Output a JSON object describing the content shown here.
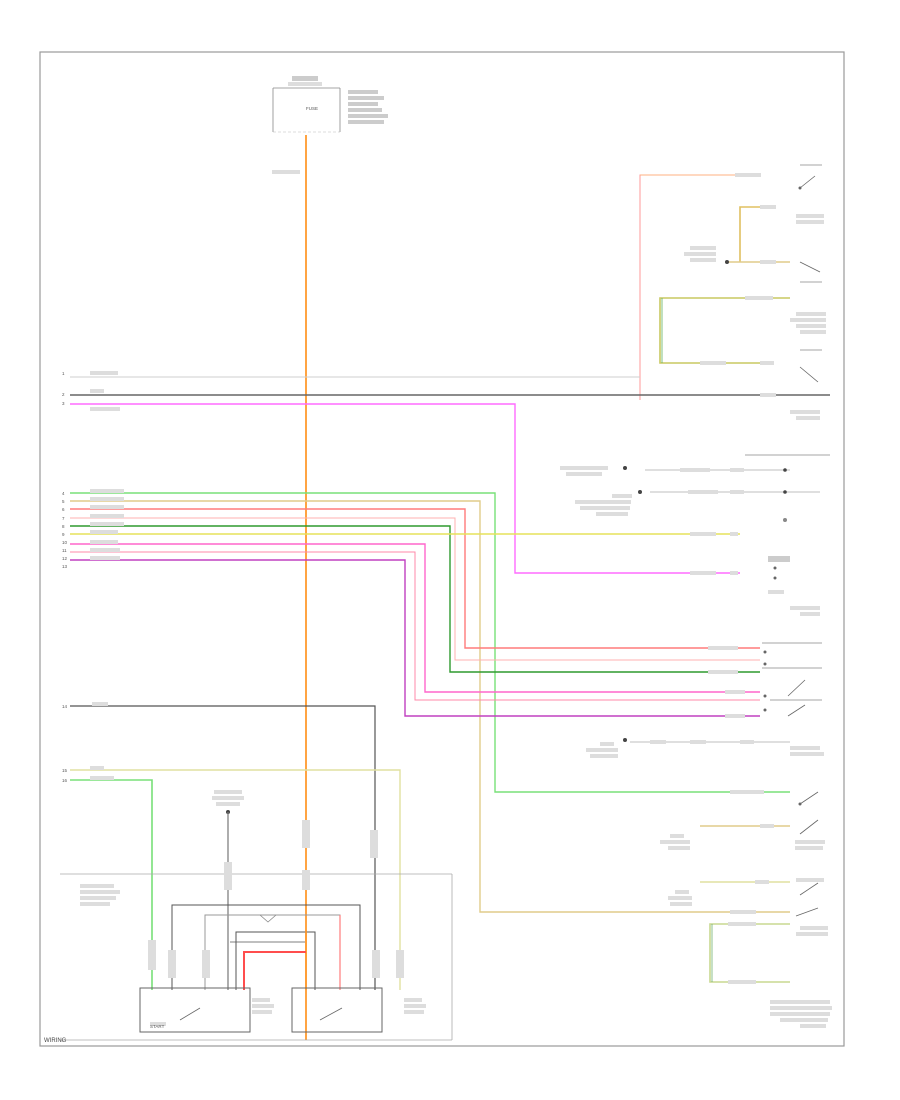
{
  "labels": {
    "top_fuse": "FUSE",
    "start_bottom": "START",
    "footer": "WIRING"
  },
  "colors": {
    "orange": "#ff9a2e",
    "red": "#ff7b7b",
    "green": "#78e078",
    "dark_green": "#2f9a2f",
    "pink": "#ff6bff",
    "magenta": "#c040c0",
    "yellow": "#e6e25a",
    "tan": "#e0cc8a",
    "gray": "#8a8a8a",
    "black": "#333333",
    "frame": "#9a9a9a"
  }
}
